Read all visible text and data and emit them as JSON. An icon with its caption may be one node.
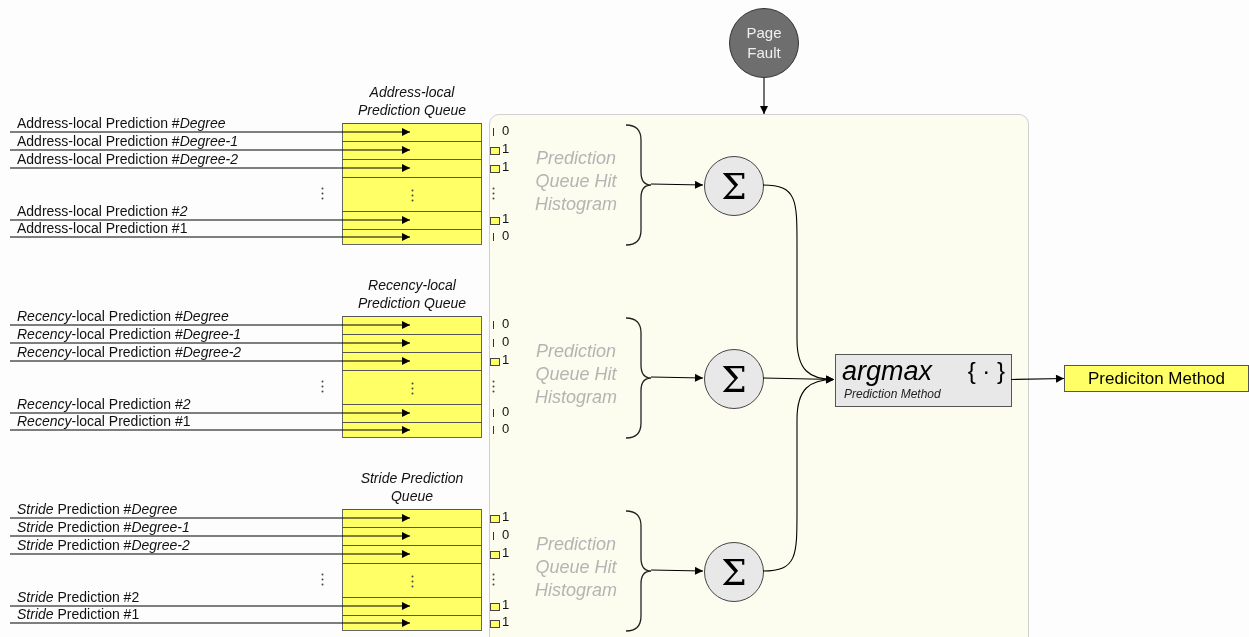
{
  "diagram": {
    "nodes": [
      {
        "text": [
          "Page Fault"
        ]
      },
      {
        "text": [],
        "shape": "box"
      },
      {
        "text": [
          "Address-local Prediction Queue"
        ]
      },
      {
        "text": [],
        "shape": "box",
        "in": 2
      },
      {
        "text": [],
        "shape": "box",
        "in": 2
      },
      {
        "text": [],
        "shape": "box",
        "in": 2
      },
      {
        "text": [],
        "shape": "box",
        "in": 2
      },
      {
        "text": [],
        "shape": "box",
        "in": 2
      },
      {
        "text": [],
        "shape": "box",
        "in": 2
      },
      {
        "text": [
          "Address-local Prediction #*Degree*"
        ]
      },
      {
        "text": [
          "Address-local Prediction #*Degree-1*"
        ]
      },
      {
        "text": [
          "Address-local Prediction #*Degree-2*"
        ]
      },
      {
        "text": [
          "Address-local Prediction #*2*"
        ]
      },
      {
        "text": [
          "Address-local Prediction #1"
        ]
      },
      {
        "text": [
          "Recency-local Prediction Queue"
        ]
      },
      {
        "text": [],
        "shape": "box",
        "in": 14
      },
      {
        "text": [],
        "shape": "box",
        "in": 14
      },
      {
        "text": [],
        "shape": "box",
        "in": 14
      },
      {
        "text": [],
        "shape": "box",
        "in": 14
      },
      {
        "text": [],
        "shape": "box",
        "in": 14
      },
      {
        "text": [],
        "shape": "box",
        "in": 14
      },
      {
        "text": [
          "*Recency*-local Prediction #*Degree*"
        ]
      },
      {
        "text": [
          "*Recency*-local Prediction #*Degree-1*"
        ]
      },
      {
        "text": [
          "*Recency*-local Prediction #*Degree-2*"
        ]
      },
      {
        "text": [
          "*Recency*-local Prediction #*2*"
        ]
      },
      {
        "text": [
          "*Recency*-local Prediction #1"
        ]
      },
      {
        "text": [
          "Stride Prediction Queue"
        ]
      },
      {
        "text": [],
        "shape": "box",
        "in": 26
      },
      {
        "text": [],
        "shape": "box",
        "in": 26
      },
      {
        "text": [],
        "shape": "box",
        "in": 26
      },
      {
        "text": [],
        "shape": "box",
        "in": 26
      },
      {
        "text": [],
        "shape": "box",
        "in": 26
      },
      {
        "text": [],
        "shape": "box",
        "in": 26
      },
      {
        "text": [
          "*Stride* Prediction #*Degree*"
        ]
      },
      {
        "text": [
          "*Stride* Prediction #*Degree-1*"
        ]
      },
      {
        "text": [
          "*Stride* Prediction #*Degree-2*"
        ]
      },
      {
        "text": [
          "*Stride* Prediction #2"
        ]
      },
      {
        "text": [
          "*Stride* Prediction #1"
        ]
      },
      {
        "text": [
          "Σ"
        ],
        "in": 1
      },
      {
        "text": [
          "Σ"
        ],
        "in": 1
      },
      {
        "text": [
          "Σ"
        ],
        "in": 1
      },
      {
        "text": [
          "argmax",
          "{ · }",
          "Prediction Method"
        ],
        "in": 1
      },
      {
        "text": [
          "Prediciton Method"
        ]
      },
      {
        "text": [],
        "shape": "brace",
        "in": 1
      },
      {
        "text": [],
        "shape": "brace",
        "in": 1
      },
      {
        "text": [],
        "shape": "brace",
        "in": 1
      }
    ],
    "edges": [
      {
        "from": 0,
        "to": 1,
        "arrow": "to"
      },
      {
        "from": 9,
        "to": 3,
        "arrow": "to"
      },
      {
        "from": 10,
        "to": 4,
        "arrow": "to"
      },
      {
        "from": 11,
        "to": 5,
        "arrow": "to"
      },
      {
        "from": 12,
        "to": 7,
        "arrow": "to"
      },
      {
        "from": 13,
        "to": 8,
        "arrow": "to"
      },
      {
        "from": 21,
        "to": 15,
        "arrow": "to"
      },
      {
        "from": 22,
        "to": 16,
        "arrow": "to"
      },
      {
        "from": 23,
        "to": 17,
        "arrow": "to"
      },
      {
        "from": 24,
        "to": 19,
        "arrow": "to"
      },
      {
        "from": 25,
        "to": 20,
        "arrow": "to"
      },
      {
        "from": 33,
        "to": 27,
        "arrow": "to"
      },
      {
        "from": 34,
        "to": 28,
        "arrow": "to"
      },
      {
        "from": 35,
        "to": 29,
        "arrow": "to"
      },
      {
        "from": 36,
        "to": 31,
        "arrow": "to"
      },
      {
        "from": 37,
        "to": 32,
        "arrow": "to"
      },
      {
        "from": 43,
        "to": 38,
        "arrow": "to"
      },
      {
        "from": 44,
        "to": 39,
        "arrow": "to"
      },
      {
        "from": 45,
        "to": 40,
        "arrow": "to"
      },
      {
        "from": 38,
        "to": 41,
        "arrow": "to"
      },
      {
        "from": 39,
        "to": 41,
        "arrow": "to"
      },
      {
        "from": 40,
        "to": 41,
        "arrow": "to"
      },
      {
        "from": 41,
        "to": 42,
        "arrow": "to"
      }
    ],
    "labels": [
      "0",
      "1",
      "1",
      "1",
      "0",
      "Prediction Queue Hit Histogram",
      "0",
      "0",
      "1",
      "0",
      "0",
      "Prediction Queue Hit Histogram",
      "1",
      "0",
      "1",
      "1",
      "1",
      "Prediction Queue Hit Histogram"
    ]
  }
}
